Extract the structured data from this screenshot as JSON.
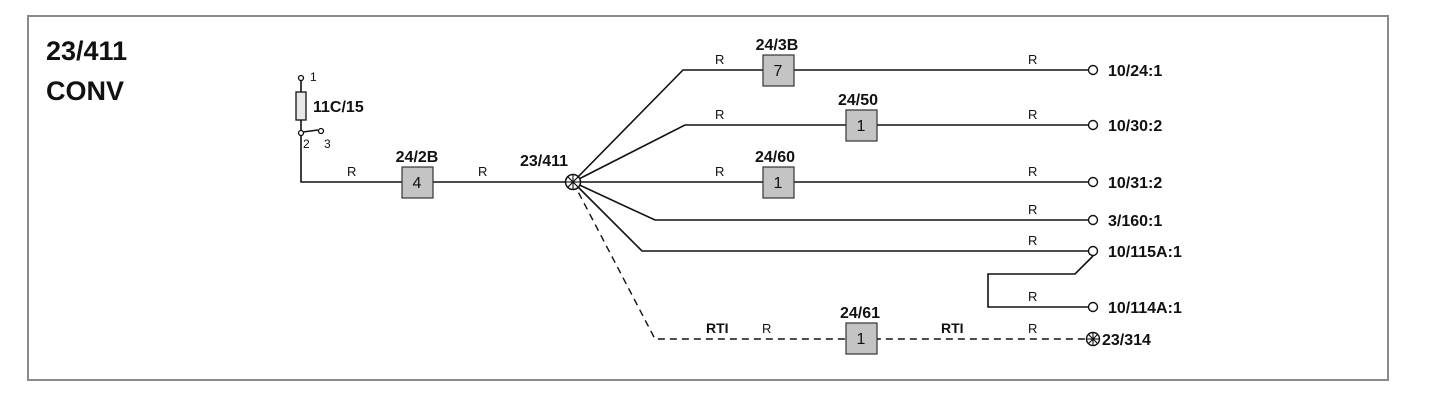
{
  "title": {
    "line1": "23/411",
    "line2": "CONV"
  },
  "fuse": {
    "label": "11C/15",
    "pin_top": "1",
    "pin_bottom_left": "2",
    "pin_bottom_right": "3"
  },
  "splice_label": "23/411",
  "connectors": {
    "c_24_2B": {
      "id": "24/2B",
      "pin": "4"
    },
    "c_24_3B": {
      "id": "24/3B",
      "pin": "7"
    },
    "c_24_50": {
      "id": "24/50",
      "pin": "1"
    },
    "c_24_60": {
      "id": "24/60",
      "pin": "1"
    },
    "c_24_61": {
      "id": "24/61",
      "pin": "1"
    }
  },
  "wire_color": "R",
  "wire_type": "RTI",
  "terminals": {
    "t1": "10/24:1",
    "t2": "10/30:2",
    "t3": "10/31:2",
    "t4": "3/160:1",
    "t5": "10/115A:1",
    "t6": "10/114A:1",
    "t7": "23/314"
  }
}
